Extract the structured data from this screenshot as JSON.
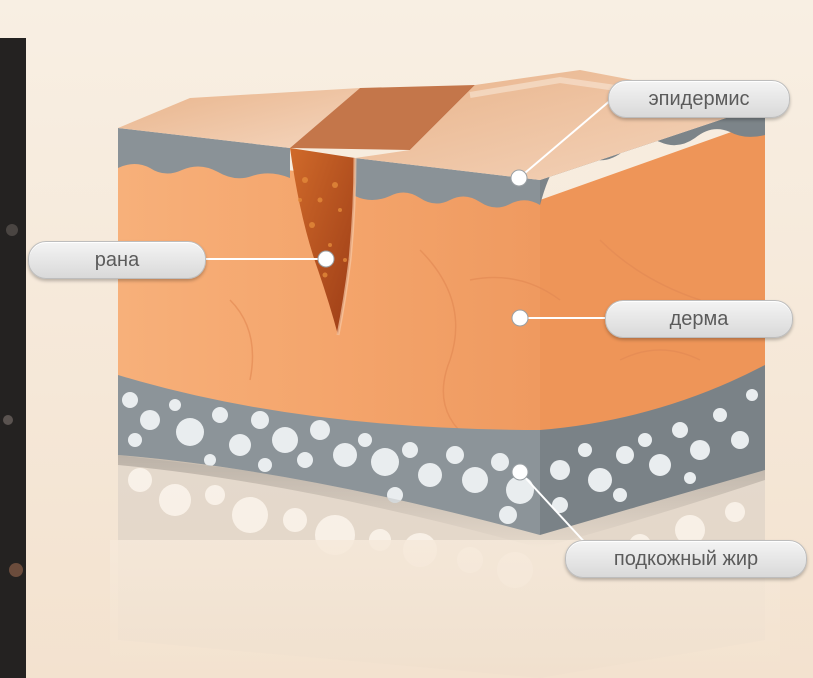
{
  "labels": {
    "epidermis": "эпидермис",
    "wound": "рана",
    "dermis": "дерма",
    "subcutaneous_fat": "подкожный жир"
  },
  "colors": {
    "epidermis_gray": "#8a9297",
    "dermis_orange": "#f3a36a",
    "wound_brown": "#b54a1e",
    "fat_white": "#e9edef",
    "background": "#f6ebdd"
  }
}
